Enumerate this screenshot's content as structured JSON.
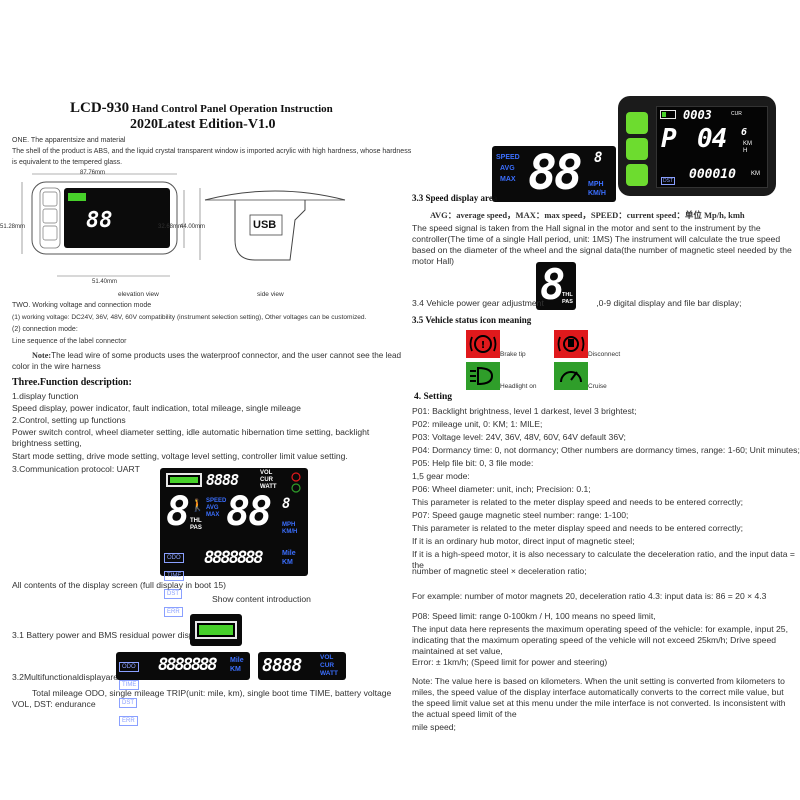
{
  "header": {
    "title_model": "LCD-930",
    "title_rest": " Hand Control Panel Operation Instruction",
    "edition": "2020Latest Edition-V1.0"
  },
  "left": {
    "sec1_title": "ONE. The apparentsize and material",
    "sec1_body": "The shell of the product is ABS, and the liquid crystal transparent window is imported acrylic with high hardness, whose hardness is equivalent to the tempered glass.",
    "dims": {
      "width": "87.76mm",
      "height": "51.28mm",
      "inner_h": "32.68mm",
      "bottom": "51.40mm",
      "depth": "44.00mm",
      "usb": "USB"
    },
    "elevation_label": "elevation view",
    "side_label": "side view",
    "sec2_title": "TWO. Working voltage and connection mode",
    "sec2_1": "(1)   working voltage: DC24V, 36V, 48V, 60V compatibility (instrument selection setting), Other voltages can be customized.",
    "sec2_2": "(2)        connection mode:",
    "sec2_3": "Line sequence of the label connector",
    "note_label": "Note:",
    "note_body": "The lead wire of some products uses the waterproof connector, and the user cannot see the lead color in the wire harness",
    "sec3_title": "Three.Function description:",
    "f1": "1.display function",
    "f1_body": "Speed display, power indicator, fault indication, total mileage, single mileage",
    "f2": "2.Control, setting up functions",
    "f2_body": "Power switch control, wheel diameter setting, idle automatic hibernation time setting, backlight brightness setting,",
    "f2_body2": "Start mode setting, drive mode setting, voltage level setting, controller limit value setting.",
    "f3": "3.Communication protocol: UART",
    "all_contents": "All contents of the display screen (full display in boot 15)",
    "show_content": "Show content introduction",
    "s31": "3.1 Battery power and BMS residual power display",
    "s32": "3.2Multifunctionaldisplayarea",
    "s32_body": "Total mileage ODO, single mileage TRIP(unit: mile, km), single boot time TIME, battery voltage VOL, DST: endurance"
  },
  "lcd": {
    "odo": "ODO",
    "time": "TIME",
    "dst": "DST",
    "err": "ERR",
    "vol": "VOL",
    "cur": "CUR",
    "watt": "WATT",
    "speed": "SPEED",
    "avg": "AVG",
    "max": "MAX",
    "mph": "MPH",
    "kmh": "KM/H",
    "mile": "Mile",
    "km": "KM",
    "thl": "THL",
    "pas": "PAS",
    "big": "88",
    "big_small": "8",
    "gear": "8",
    "digits8": "8888888",
    "digits4": "8888"
  },
  "device": {
    "top_digits": "0003",
    "cur": "CUR",
    "p": "P",
    "speed": "04",
    "speed_dec": "6",
    "km": "KM",
    "h": "H",
    "dst": "DST",
    "odo": "000010",
    "odo_unit": "KM"
  },
  "right": {
    "s33_title": "3.3 Speed display area",
    "s33_legend": "AVG：average speed，MAX：max speed，SPEED：current speed：单位 Mp/h, kmh",
    "s33_body": "The speed signal is taken from the Hall signal in the motor and sent to the instrument by the controller(The time of a single Hall period, unit: 1MS) The instrument will calculate the true speed based on the diameter of the wheel and the signal data(the number of magnetic steel needed by the motor Hall)",
    "s34": "3.4 Vehicle power gear adjustment",
    "s34_body": ",0-9 digital display and file bar display;",
    "s35": "3.5 Vehicle status icon meaning",
    "brake": "Brake tip",
    "disconnect": "Disconnect",
    "headlight": "Headlight on",
    "cruise": "Cruise",
    "s4": "4. Setting",
    "p01": "P01: Backlight brightness, level 1 darkest, level 3 brightest;",
    "p02": "P02: mileage unit, 0: KM; 1: MILE;",
    "p03": "P03: Voltage level: 24V, 36V, 48V, 60V, 64V default 36V;",
    "p04": "P04: Dormancy time: 0, not dormancy; Other numbers are dormancy times, range: 1-60; Unit minutes;",
    "p05": "P05: Help file bit: 0, 3 file mode:",
    "p05b": "1,5 gear mode:",
    "p06": "P06: Wheel diameter: unit, inch; Precision: 0.1;",
    "p06b": "This parameter is related to the meter display speed and needs to be entered correctly;",
    "p07": "P07: Speed gauge magnetic steel number: range: 1-100;",
    "p07b": "This parameter is related to the meter display speed and needs to be entered correctly;",
    "p07c": "If it is an ordinary hub motor, direct input of magnetic steel;",
    "p07d": "If it is a high-speed motor, it is also necessary to calculate the deceleration ratio, and the input data = the",
    "p07e": "number of magnetic steel  ×  deceleration ratio;",
    "example": "For example: number of motor magnets 20, deceleration ratio 4.3: input data is: 86 = 20  ×  4.3",
    "p08": "P08: Speed limit: range 0-100km / H, 100 means no speed limit,",
    "p08b": "The input data here represents the maximum operating speed of the vehicle: for example, input 25, indicating that the maximum operating speed of the vehicle will not exceed 25km/h; Drive speed maintained at set value,",
    "error": "Error:  ±  1km/h; (Speed limit for power and steering)",
    "note": "Note: The value here is based on kilometers. When the unit setting is converted from kilometers to miles, the speed value of the display interface automatically converts to the correct mile value, but the speed limit value set at this menu under the mile interface is not converted. Is inconsistent with the actual speed limit of the",
    "note_end": "mile speed;"
  },
  "colors": {
    "lcd_bg": "#0a0a0a",
    "green_button": "#6ddc2f",
    "battery_green": "#47d12a",
    "accent_blue": "#3b6fff",
    "red_icon": "#e0191c",
    "green_icon": "#2f9e2a"
  }
}
